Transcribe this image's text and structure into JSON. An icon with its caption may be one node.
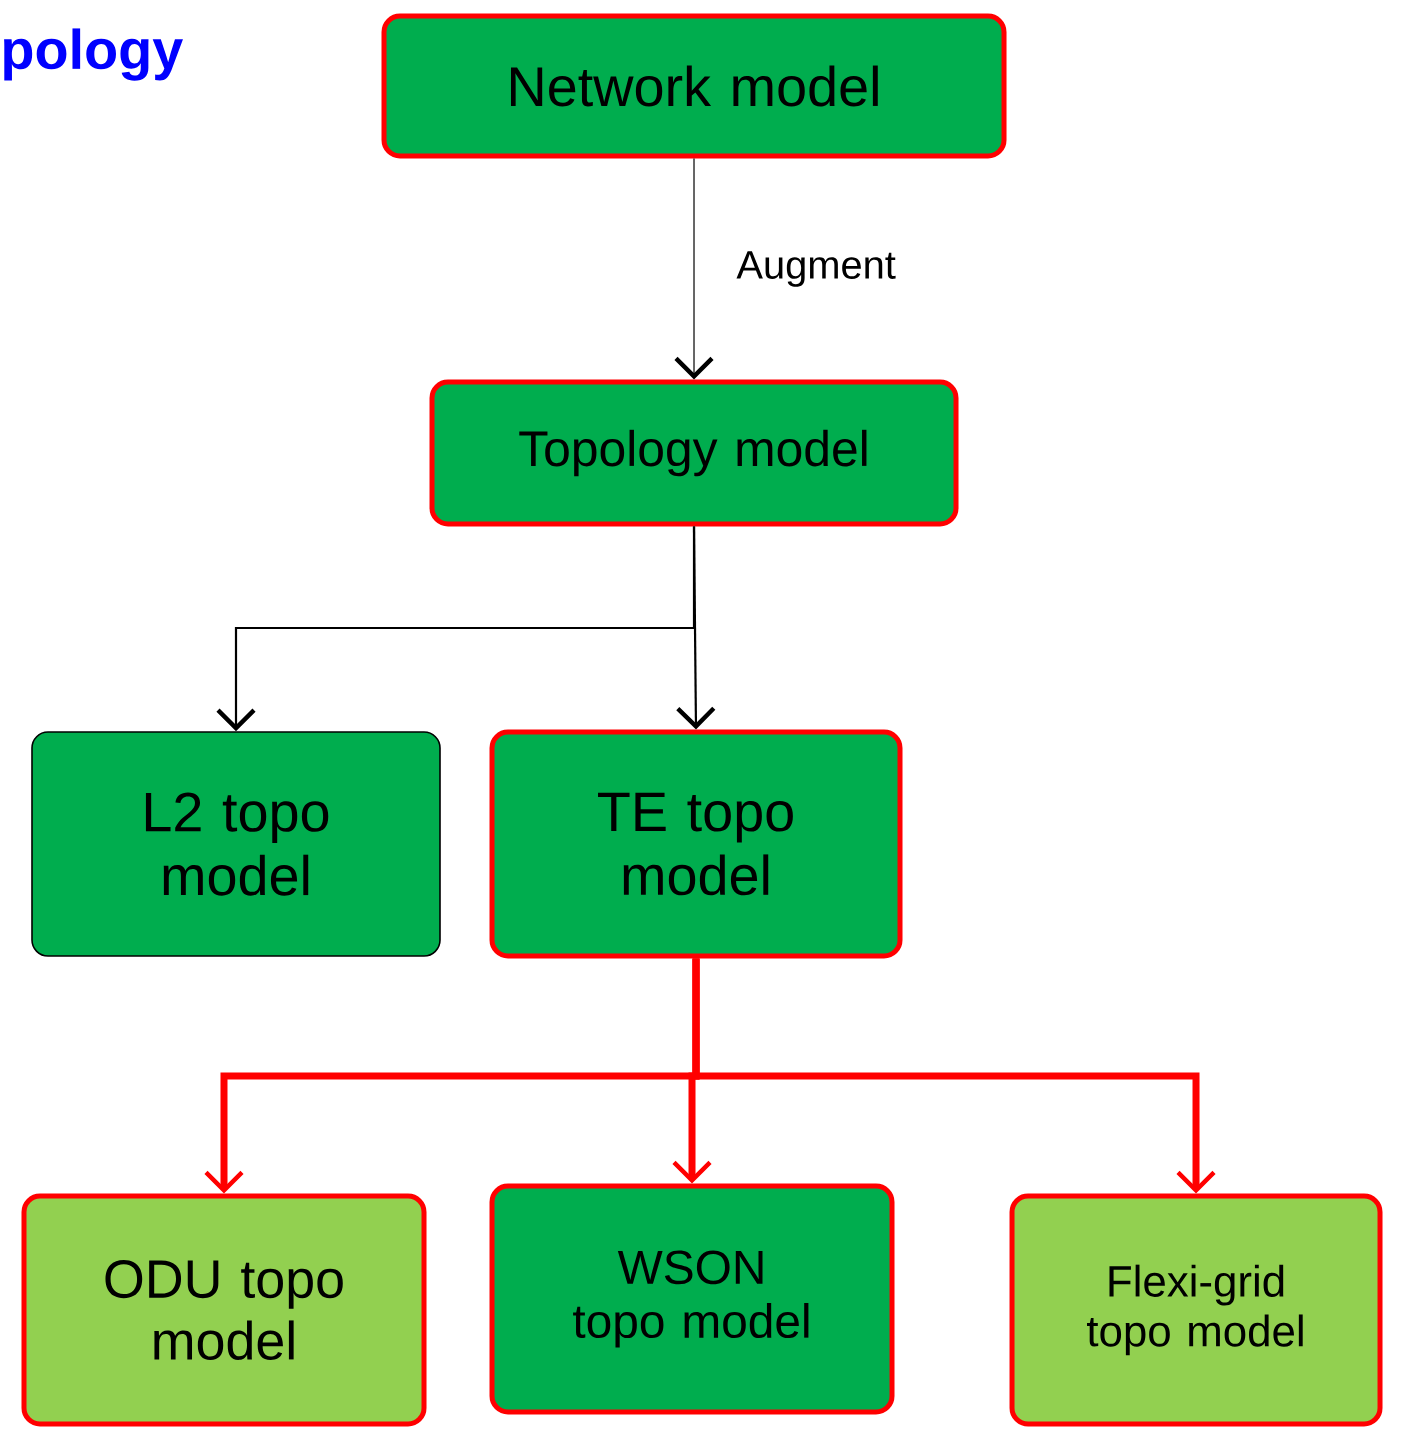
{
  "diagram": {
    "title": "pology",
    "nodes": [
      {
        "text": [
          "Network model"
        ]
      },
      {
        "text": [
          "Topology model"
        ]
      },
      {
        "text": [
          "L2 topo model"
        ]
      },
      {
        "text": [
          "TE topo model"
        ]
      },
      {
        "text": [
          "ODU topo model"
        ]
      },
      {
        "text": [
          "WSON topo model"
        ]
      },
      {
        "text": [
          "Flexi-grid topo model"
        ]
      }
    ],
    "edges": [
      {
        "from": 0,
        "to": 1,
        "arrow": "to",
        "label": "Augment"
      },
      {
        "from": 1,
        "to": 2,
        "arrow": "to"
      },
      {
        "from": 1,
        "to": 3,
        "arrow": "to"
      },
      {
        "from": 3,
        "to": 4,
        "arrow": "to",
        "style": "thick",
        "color": "#ff0000"
      },
      {
        "from": 3,
        "to": 5,
        "arrow": "to",
        "style": "thick",
        "color": "#ff0000"
      },
      {
        "from": 3,
        "to": 6,
        "arrow": "to",
        "style": "thick",
        "color": "#ff0000"
      }
    ]
  }
}
